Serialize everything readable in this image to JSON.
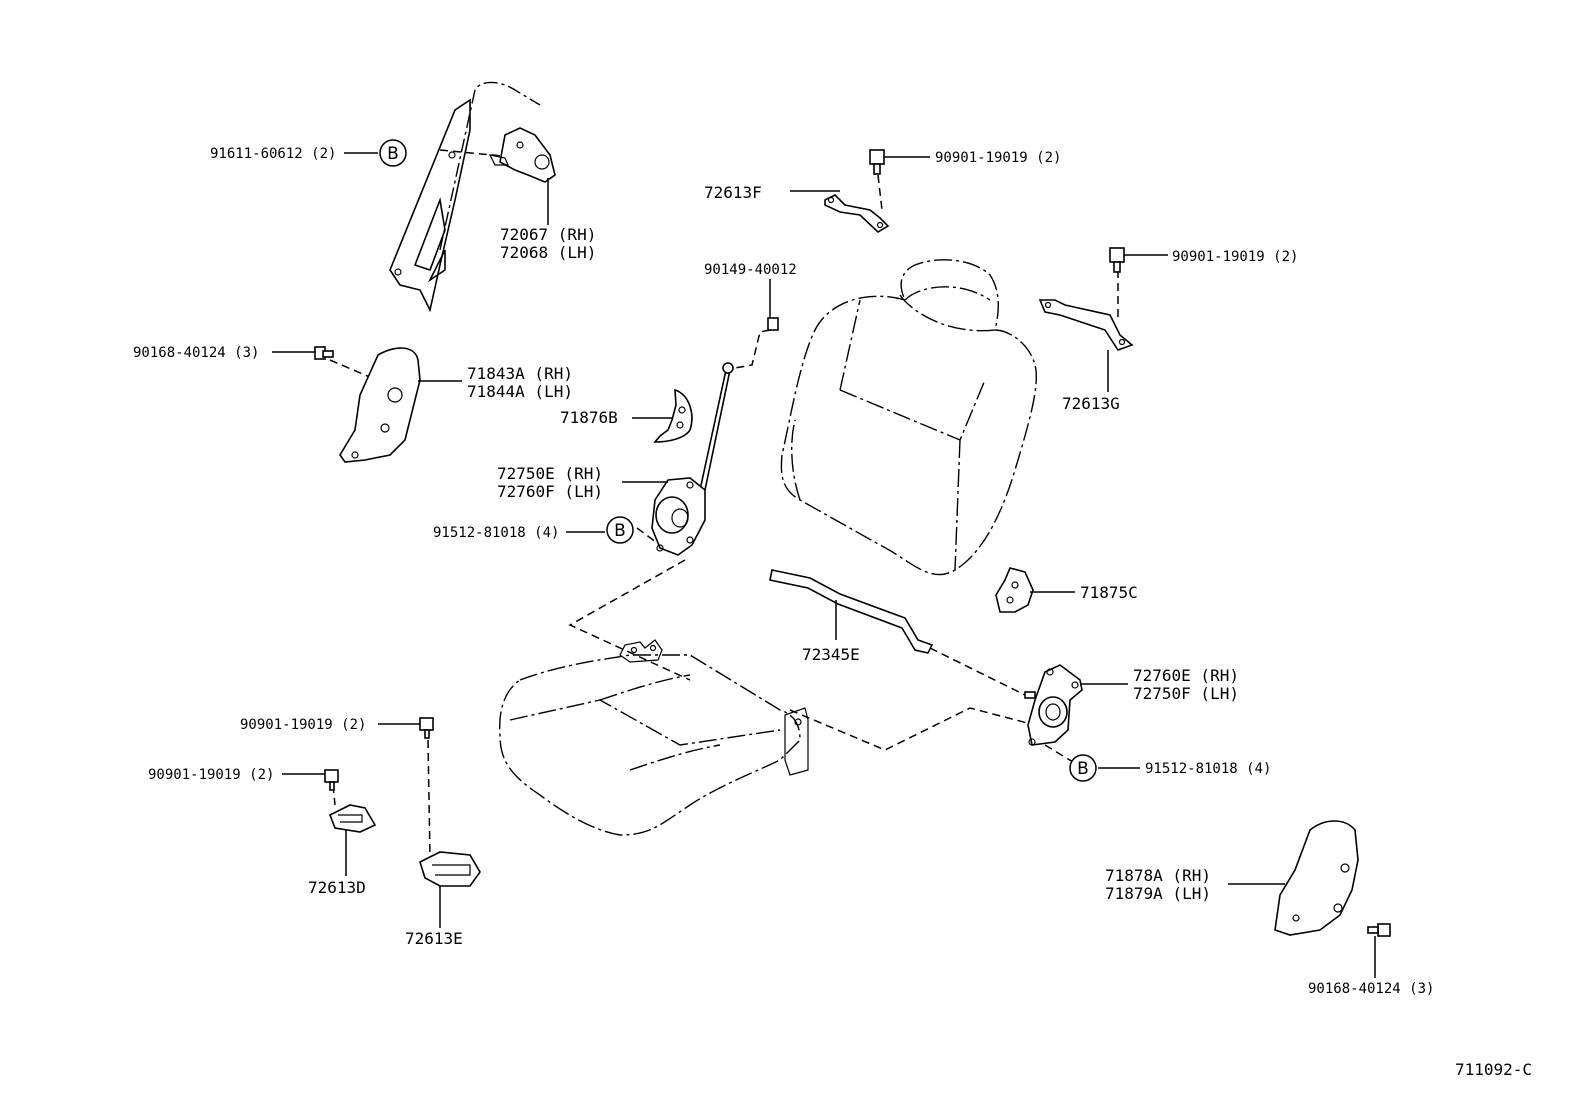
{
  "diagram_code": "711092-C",
  "ref_marker": "B",
  "labels": {
    "p91611": "91611-60612 (2)",
    "p72067": "72067 (RH)",
    "p72068": "72068 (LH)",
    "p90901_a": "90901-19019 (2)",
    "p72613F": "72613F",
    "p90901_b": "90901-19019 (2)",
    "p72613G": "72613G",
    "p90149": "90149-40012",
    "p90168_a": "90168-40124 (3)",
    "p71843A": "71843A (RH)",
    "p71844A": "71844A (LH)",
    "p71876B": "71876B",
    "p72750E": "72750E (RH)",
    "p72760F": "72760F (LH)",
    "p91512_a": "91512-81018 (4)",
    "p71875C": "71875C",
    "p72345E": "72345E",
    "p72760E": "72760E (RH)",
    "p72750F": "72750F (LH)",
    "p91512_b": "91512-81018 (4)",
    "p90901_c": "90901-19019 (2)",
    "p90901_d": "90901-19019 (2)",
    "p72613D": "72613D",
    "p72613E": "72613E",
    "p71878A": "71878A (RH)",
    "p71879A": "71879A (LH)",
    "p90168_b": "90168-40124 (3)"
  }
}
